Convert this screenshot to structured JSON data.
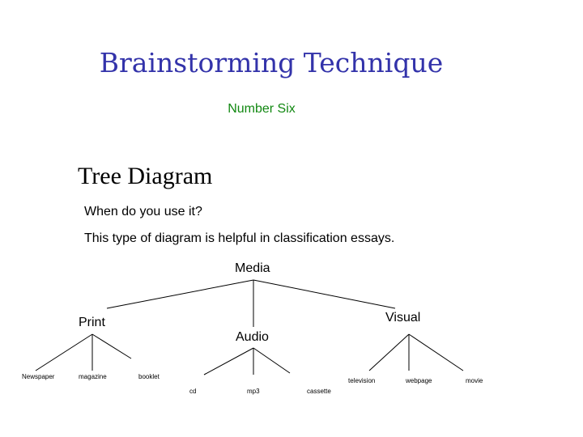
{
  "slide": {
    "title": "Brainstorming Technique",
    "subtitle": "Number Six",
    "heading": "Tree Diagram",
    "lines": [
      "When do you use it?",
      "This type of diagram is helpful in classification essays."
    ]
  },
  "tree": {
    "root": "Media",
    "branches": [
      {
        "label": "Print",
        "leaves": [
          "Newspaper",
          "magazine",
          "booklet"
        ]
      },
      {
        "label": "Audio",
        "leaves": [
          "cd",
          "mp3",
          "cassette"
        ]
      },
      {
        "label": "Visual",
        "leaves": [
          "television",
          "webpage",
          "movie"
        ]
      }
    ]
  },
  "colors": {
    "title": "#3333aa",
    "subtitle": "#118811",
    "text": "#000000",
    "lines": "#000000"
  }
}
